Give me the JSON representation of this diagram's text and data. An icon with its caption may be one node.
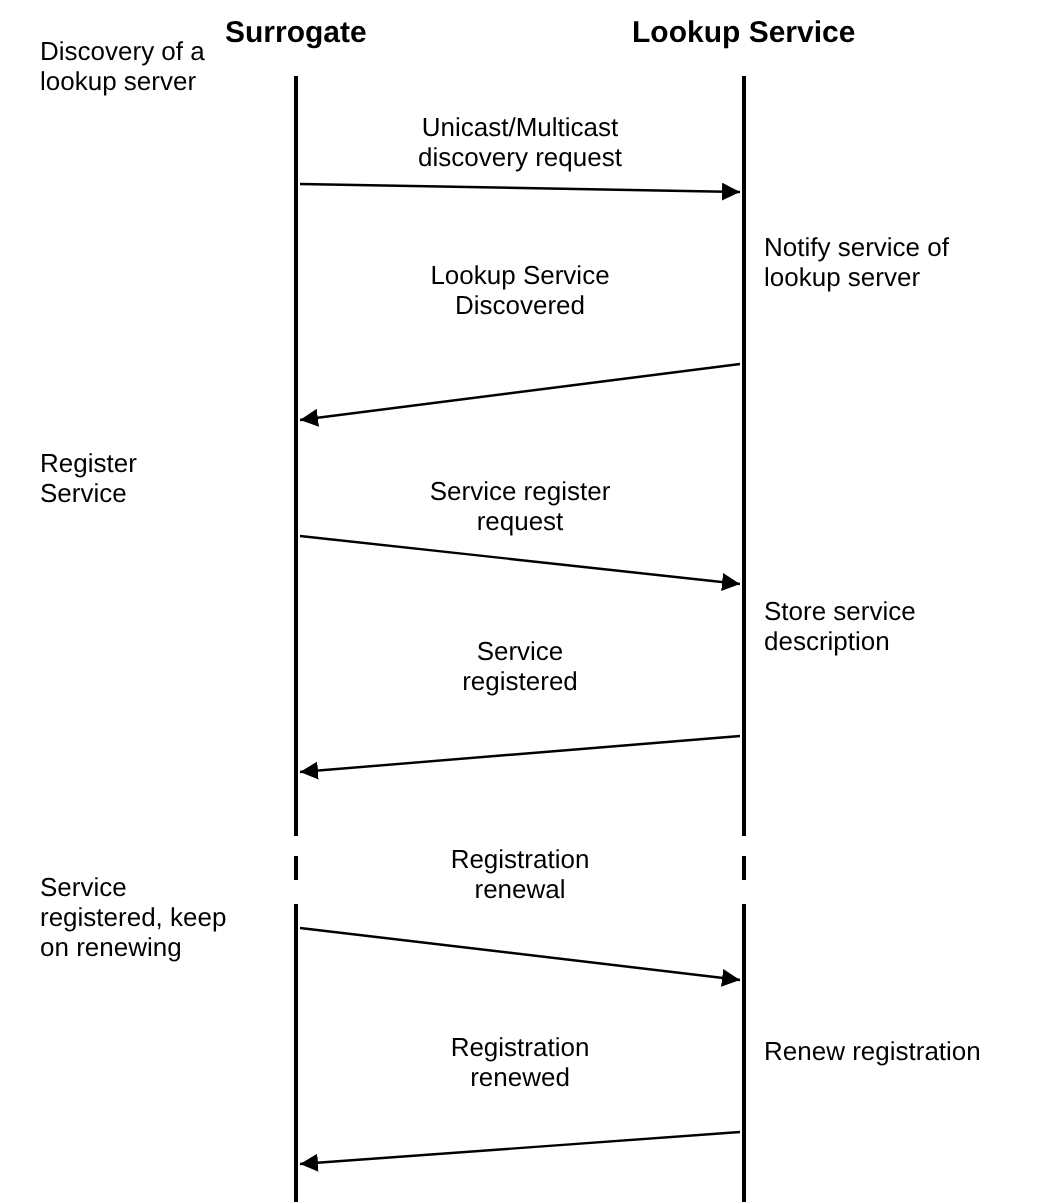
{
  "diagram": {
    "nodes": [
      {
        "text": [
          "Surrogate"
        ]
      },
      {
        "text": [
          "Lookup Service"
        ]
      }
    ],
    "edges": [
      {
        "from": 0,
        "to": 1,
        "arrow": "to",
        "label": "Unicast/Multicast discovery request"
      },
      {
        "from": 1,
        "to": 0,
        "arrow": "to",
        "label": "Lookup Service Discovered"
      },
      {
        "from": 0,
        "to": 1,
        "arrow": "to",
        "label": "Service register request"
      },
      {
        "from": 1,
        "to": 0,
        "arrow": "to",
        "label": "Service registered"
      },
      {
        "from": 0,
        "to": 1,
        "arrow": "to",
        "label": "Registration renewal"
      },
      {
        "from": 1,
        "to": 0,
        "arrow": "to",
        "label": "Registration renewed"
      }
    ],
    "labels": [
      "Discovery of a lookup server",
      "Notify service of lookup server",
      "Register Service",
      "Store service description",
      "Service registered, keep on renewing",
      "Renew registration"
    ]
  }
}
